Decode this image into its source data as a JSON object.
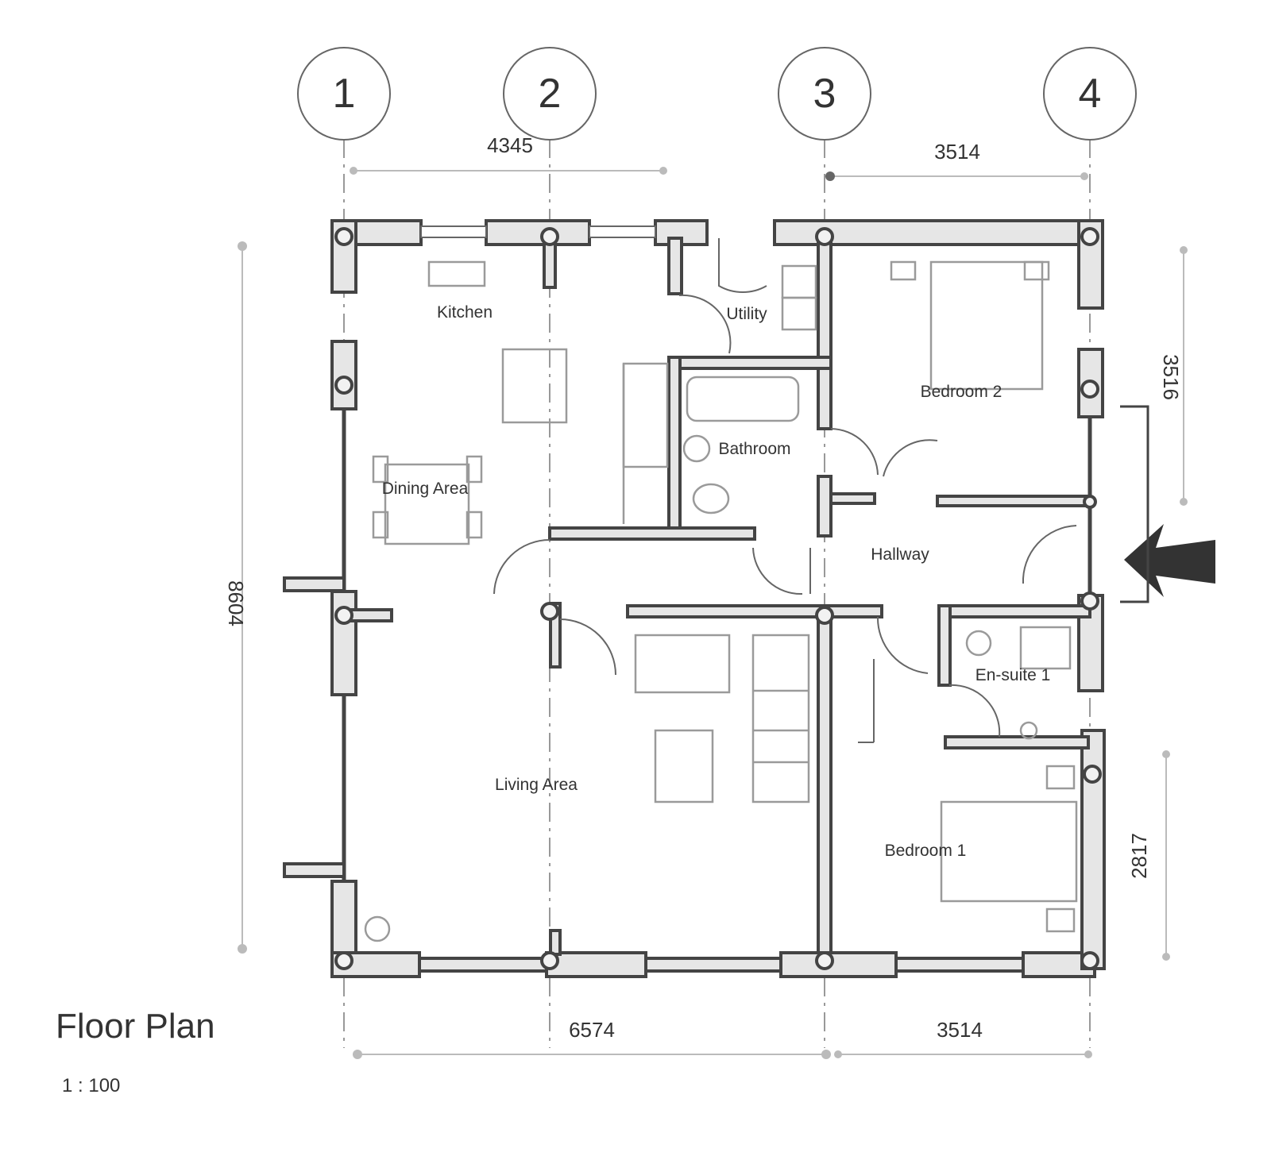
{
  "title": "Floor Plan",
  "scale": "1 : 100",
  "grid_lines": [
    "1",
    "2",
    "3",
    "4"
  ],
  "dimensions": {
    "top_left": "4345",
    "top_right": "3514",
    "bottom_left": "6574",
    "bottom_right": "3514",
    "right_upper": "3516",
    "right_lower": "2817",
    "left_overall": "8604"
  },
  "rooms": {
    "kitchen": "Kitchen",
    "utility": "Utility",
    "bathroom": "Bathroom",
    "bedroom2": "Bedroom 2",
    "dining": "Dining Area",
    "hallway": "Hallway",
    "ensuite": "En-suite 1",
    "living": "Living Area",
    "bedroom1": "Bedroom 1"
  },
  "colors": {
    "wall": "#444444",
    "furniture": "#9a9a9a",
    "background": "#ffffff"
  },
  "icons": {
    "entrance": "entrance-arrow-icon"
  }
}
